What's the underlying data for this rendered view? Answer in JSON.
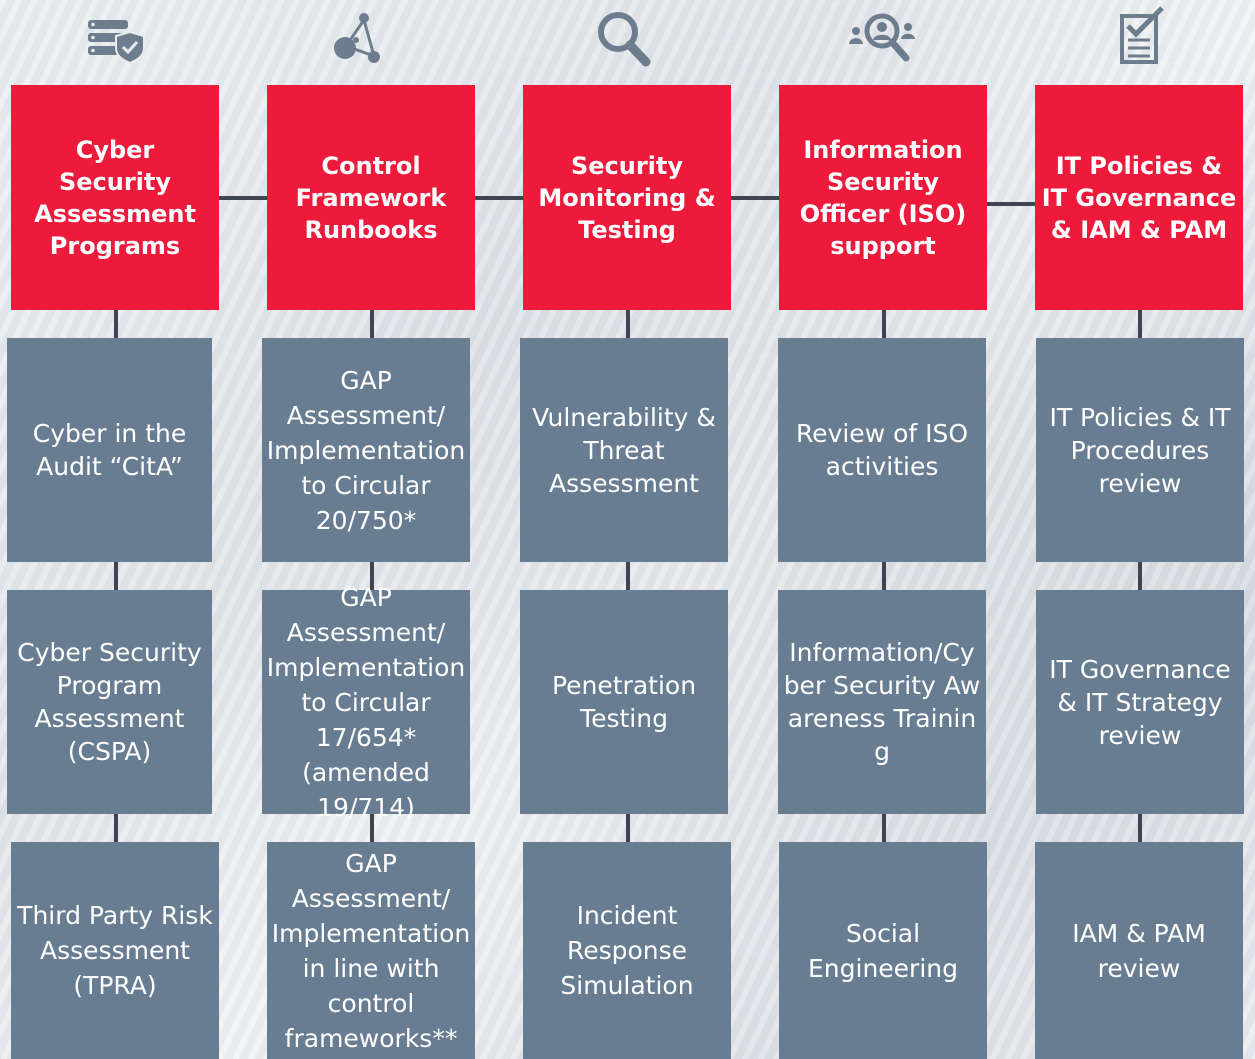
{
  "columns": [
    {
      "icon": "server-shield-icon",
      "header": "Cyber Security Assessment Programs",
      "items": [
        "Cyber in the Audit “CitA”",
        "Cyber Security Program Assessment (CSPA)",
        "Third Party Risk Assessment (TPRA)"
      ]
    },
    {
      "icon": "network-nodes-icon",
      "header": "Control Framework Runbooks",
      "items": [
        "GAP Assessment/ Implementation to Circular 20/750*",
        "GAP Assessment/ Implementation to Circular 17/654* (amended 19/714)",
        "GAP Assessment/ Implementation in line with control frameworks**"
      ]
    },
    {
      "icon": "magnifier-icon",
      "header": "Security Monitoring & Testing",
      "items": [
        "Vulnerability & Threat Assessment",
        "Penetration Testing",
        "Incident Response Simulation"
      ]
    },
    {
      "icon": "people-search-icon",
      "header": "Information Security Officer (ISO) support",
      "items": [
        "Review of ISO activities",
        "Information/Cyber Security Awareness Training",
        "Social Engineering"
      ]
    },
    {
      "icon": "checklist-icon",
      "header": "IT Policies & IT Governance & IAM & PAM",
      "items": [
        "IT Policies & IT Procedures review",
        "IT Governance & IT Strategy review",
        "IAM & PAM review"
      ]
    }
  ],
  "colors": {
    "header": "#ee1a3b",
    "item": "#687d92",
    "icon": "#6d7d8d",
    "connector": "#3e4550"
  }
}
